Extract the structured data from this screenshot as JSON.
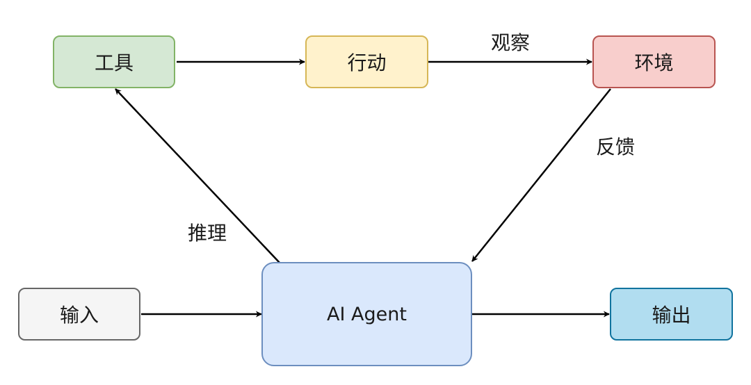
{
  "nodes": {
    "tools": {
      "label": "工具",
      "fill": "#d5e8d4",
      "stroke": "#82b366"
    },
    "action": {
      "label": "行动",
      "fill": "#fff2cc",
      "stroke": "#d6b656"
    },
    "env": {
      "label": "环境",
      "fill": "#f8cecc",
      "stroke": "#b85450"
    },
    "input": {
      "label": "输入",
      "fill": "#f5f5f5",
      "stroke": "#666666"
    },
    "agent": {
      "label": "AI Agent",
      "fill": "#dae8fc",
      "stroke": "#6c8ebf"
    },
    "output": {
      "label": "输出",
      "fill": "#b1ddf0",
      "stroke": "#10739e"
    }
  },
  "edge_labels": {
    "observe": "观察",
    "feedback": "反馈",
    "reasoning": "推理"
  },
  "edges": [
    {
      "from": "tools",
      "to": "action"
    },
    {
      "from": "action",
      "to": "env",
      "label": "observe"
    },
    {
      "from": "env",
      "to": "agent",
      "label": "feedback"
    },
    {
      "from": "agent",
      "to": "tools",
      "label": "reasoning"
    },
    {
      "from": "input",
      "to": "agent"
    },
    {
      "from": "agent",
      "to": "output"
    }
  ]
}
